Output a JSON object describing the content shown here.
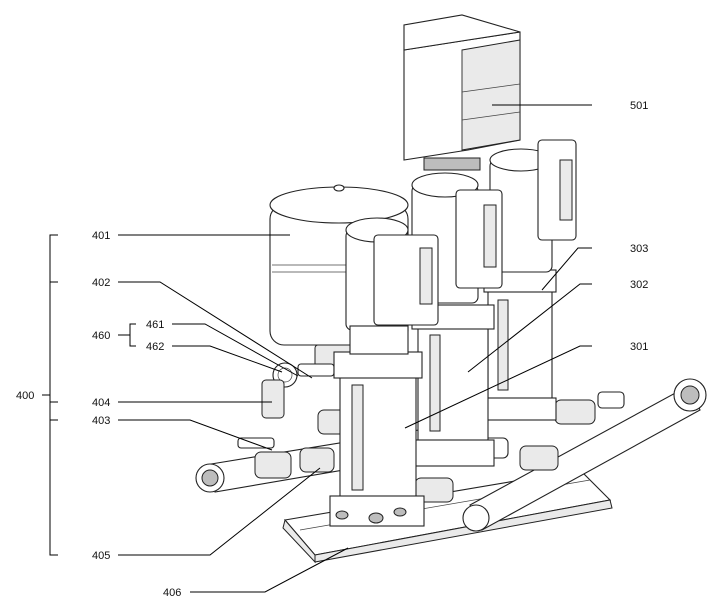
{
  "callouts": {
    "c400": "400",
    "c401": "401",
    "c402": "402",
    "c460": "460",
    "c461": "461",
    "c462": "462",
    "c404": "404",
    "c403": "403",
    "c405": "405",
    "c406": "406",
    "c501": "501",
    "c303": "303",
    "c302": "302",
    "c301": "301"
  }
}
